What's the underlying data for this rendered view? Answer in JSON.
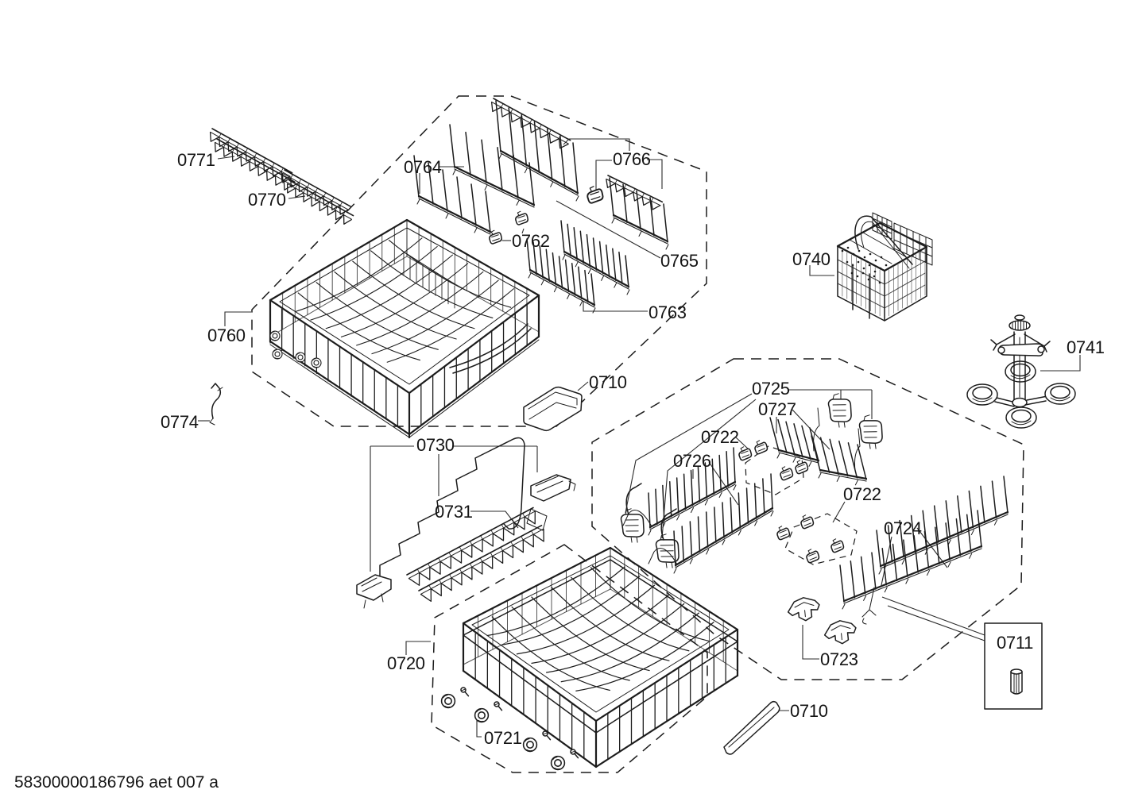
{
  "colors": {
    "background": "#ffffff",
    "line": "#1c1c1c",
    "text": "#141414"
  },
  "doc_code": "58300000186796 aet 007 a",
  "labels": [
    {
      "text": "0771"
    },
    {
      "text": "0770"
    },
    {
      "text": "0764"
    },
    {
      "text": "0766"
    },
    {
      "text": "0762"
    },
    {
      "text": "0765"
    },
    {
      "text": "0763"
    },
    {
      "text": "0760"
    },
    {
      "text": "0774"
    },
    {
      "text": "0710"
    },
    {
      "text": "0740"
    },
    {
      "text": "0741"
    },
    {
      "text": "0730"
    },
    {
      "text": "0731"
    },
    {
      "text": "0725"
    },
    {
      "text": "0727"
    },
    {
      "text": "0722"
    },
    {
      "text": "0726"
    },
    {
      "text": "0722"
    },
    {
      "text": "0724"
    },
    {
      "text": "0720"
    },
    {
      "text": "0721"
    },
    {
      "text": "0723"
    },
    {
      "text": "0711"
    },
    {
      "text": "0710"
    }
  ]
}
